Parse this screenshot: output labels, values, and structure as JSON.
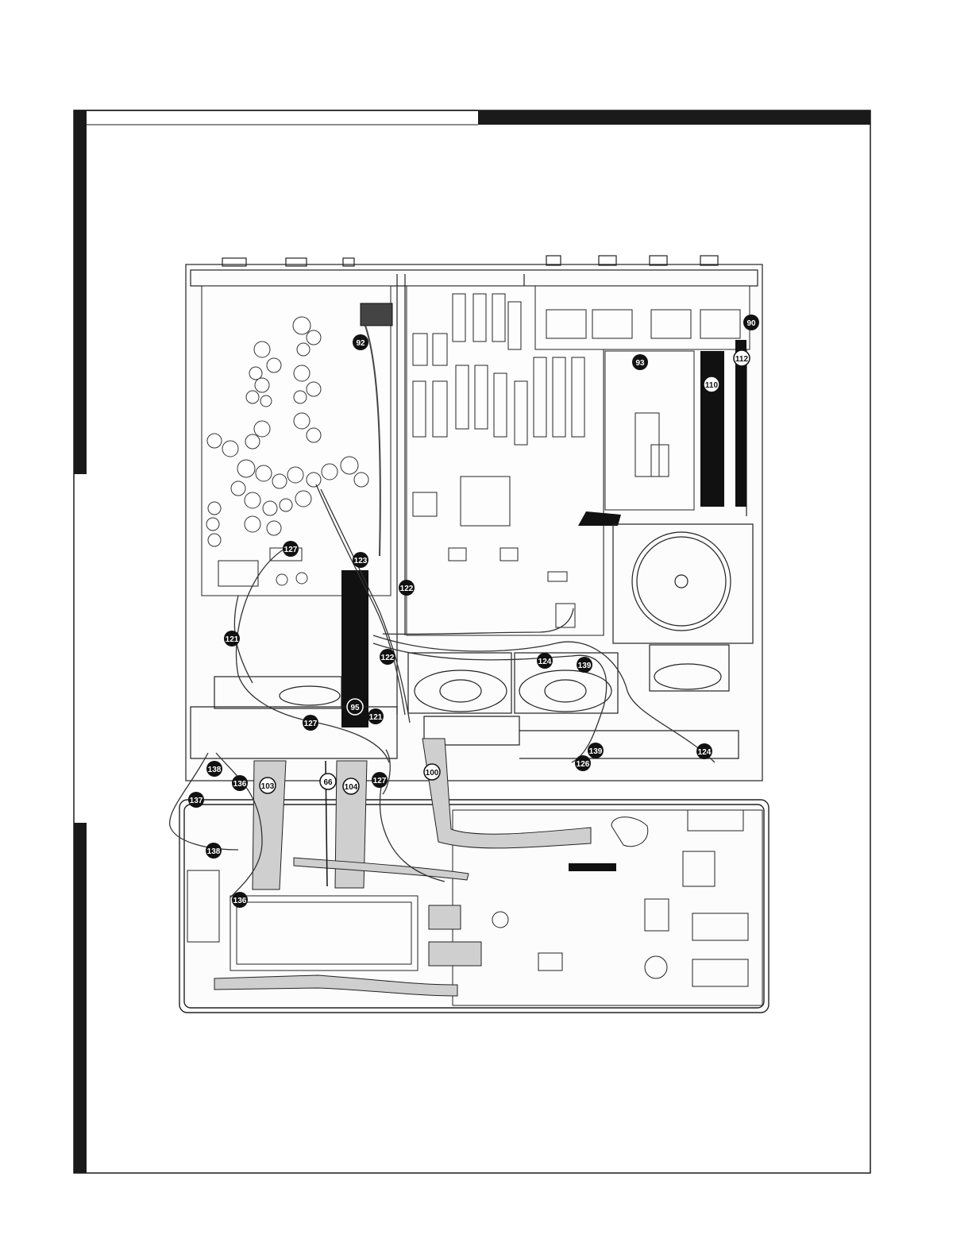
{
  "callouts": {
    "c90": "90",
    "c92": "92",
    "c93": "93",
    "c95": "95",
    "c100": "100",
    "c103": "103",
    "c104": "104",
    "c110": "110",
    "c112": "112",
    "c121a": "121",
    "c121b": "121",
    "c122a": "122",
    "c122b": "122",
    "c123": "123",
    "c124a": "124",
    "c124b": "124",
    "c126": "126",
    "c127a": "127",
    "c127b": "127",
    "c127c": "127",
    "c136a": "136",
    "c136b": "136",
    "c137": "137",
    "c138a": "138",
    "c138b": "138",
    "c139a": "139",
    "c139b": "139",
    "c66": "66"
  },
  "colors": {
    "frame": "#1a1a1a",
    "ribbon_light": "#cfcfcf",
    "ribbon_dark": "#111111",
    "line": "#222222"
  }
}
